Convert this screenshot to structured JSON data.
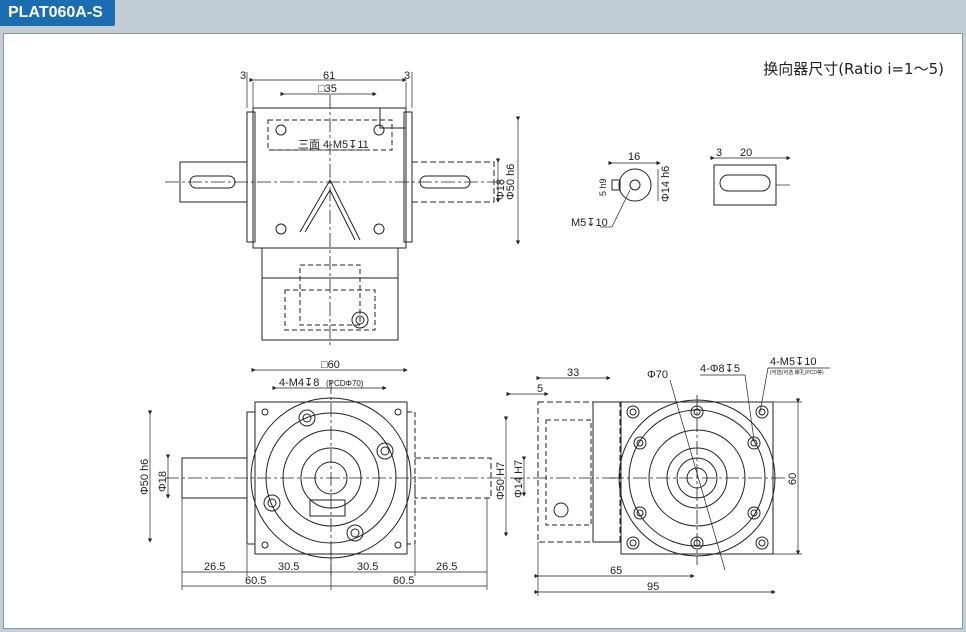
{
  "header": {
    "model": "PLAT060A-S"
  },
  "caption": "换向器尺寸(Ratio i=1～5)",
  "front_view": {
    "dim_left_margin": "3",
    "dim_overall_width": "61",
    "dim_right_margin": "3",
    "dim_square": "□35",
    "thread_note": "三面 4-M5↧11",
    "dim_shaft_dia": "Φ18",
    "dim_pilot_dia": "Φ50 h6"
  },
  "shaft_detail": {
    "dim_key_length": "16",
    "dim_key_width": "5 h9",
    "dim_shaft_dia": "Φ14 h6",
    "center_thread": "M5↧10"
  },
  "key_detail": {
    "dim_offset": "3",
    "dim_length": "20"
  },
  "bottom_view": {
    "dim_square": "□60",
    "bolt_holes": "4-M4↧8",
    "pcd": "(PCDΦ70)",
    "dim_pilot_dia": "Φ50 h6",
    "dim_shaft_dia": "Φ18",
    "dims_bottom_row1": [
      "26.5",
      "30.5",
      "30.5",
      "26.5"
    ],
    "dims_bottom_row2": [
      "60.5",
      "60.5"
    ]
  },
  "side_view": {
    "dim_top": "33",
    "dim_flange": "5",
    "dim_pilot_dia": "Φ50 H7",
    "dim_bore_dia": "Φ14 H7",
    "dim_length_a": "65",
    "dim_length_b": "95"
  },
  "flange_view": {
    "dim_pcd": "Φ70",
    "counterbore": "4-Φ8↧5",
    "mount_thread": "4-M5↧10",
    "mount_thread_note": "(可选)可选 螺孔(PCD等)",
    "dim_height": "60"
  }
}
